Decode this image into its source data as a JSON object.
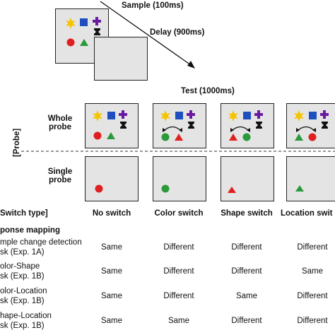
{
  "colors": {
    "panel": "#e4e4e4",
    "yellow": "#f5c400",
    "blue": "#1f4fbf",
    "purple": "#6a1aa0",
    "red": "#e02020",
    "green": "#2a9a3a",
    "black": "#111111"
  },
  "timeline": {
    "sample_label": "Sample (100ms)",
    "delay_label": "Delay (900ms)",
    "test_label": "Test (1000ms)"
  },
  "probe": {
    "bracket_label": "[Probe]",
    "whole_label_line1": "Whole",
    "whole_label_line2": "probe",
    "single_label_line1": "Single",
    "single_label_line2": "probe"
  },
  "switch_header": "Switch type]",
  "columns": [
    "No switch",
    "Color switch",
    "Shape switch",
    "Location swit"
  ],
  "response": {
    "header": "ponse mapping",
    "rows": [
      {
        "line1": "mple change detection",
        "line2": "sk (Exp. 1A)",
        "values": [
          "Same",
          "Different",
          "Different",
          "Different"
        ]
      },
      {
        "line1": "olor-Shape",
        "line2": "sk (Exp. 1B)",
        "values": [
          "Same",
          "Different",
          "Different",
          "Same"
        ]
      },
      {
        "line1": "olor-Location",
        "line2": "sk (Exp. 1B)",
        "values": [
          "Same",
          "Different",
          "Same",
          "Different"
        ]
      },
      {
        "line1": "hape-Location",
        "line2": "sk (Exp. 1B)",
        "values": [
          "Same",
          "Same",
          "Different",
          "Different"
        ]
      }
    ]
  },
  "icons": [
    "star-icon",
    "square-icon",
    "cross-icon",
    "hourglass-icon",
    "circle-icon",
    "triangle-icon",
    "swap-arrow-icon"
  ]
}
